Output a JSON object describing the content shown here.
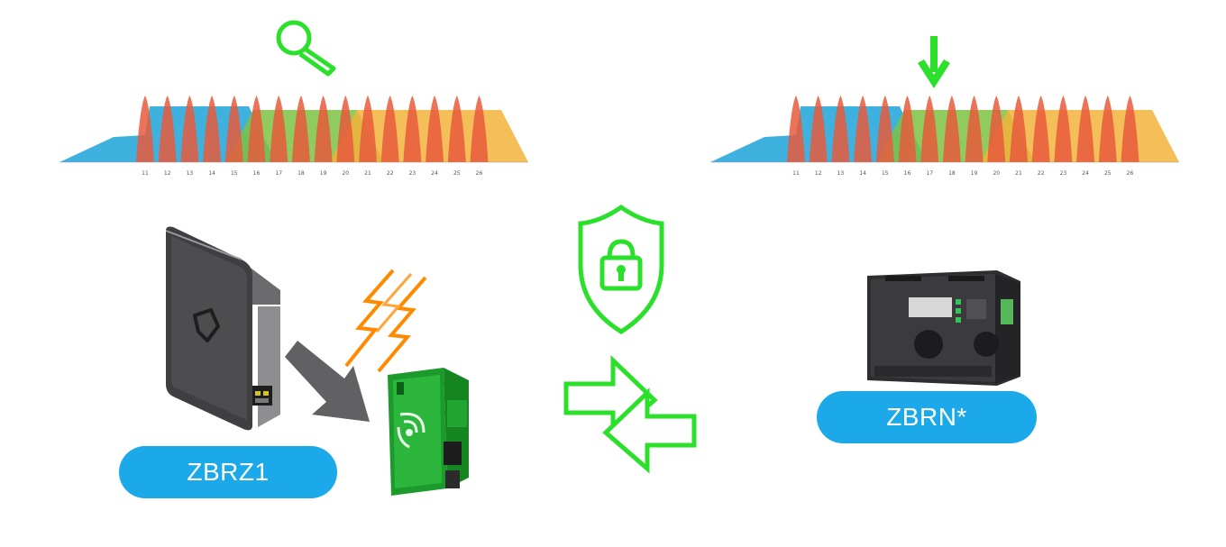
{
  "labels": {
    "left_device": "ZBRZ1",
    "right_device": "ZBRN*"
  },
  "icons": {
    "scan": "magnifier-icon",
    "select": "down-arrow-icon",
    "secure": "shield-lock-icon",
    "exchange": "bidirectional-arrows-icon",
    "radio": "lightning-icon",
    "pairing": "pairing-arrow-icon"
  },
  "colors": {
    "accent_green": "#2be02b",
    "pill_blue": "#1ba9ea",
    "signal_orange": "#ff8a00",
    "spectrum_blue": "#2aa8dc",
    "spectrum_green": "#7cc243",
    "spectrum_yellow": "#f2b33b",
    "spectrum_red": "#e85a3c",
    "device_dark": "#4a4a4c"
  },
  "spectrum": {
    "channel_ticks": [
      "11",
      "12",
      "13",
      "14",
      "15",
      "16",
      "17",
      "18",
      "19",
      "20",
      "21",
      "22",
      "23",
      "24",
      "25",
      "26"
    ]
  }
}
